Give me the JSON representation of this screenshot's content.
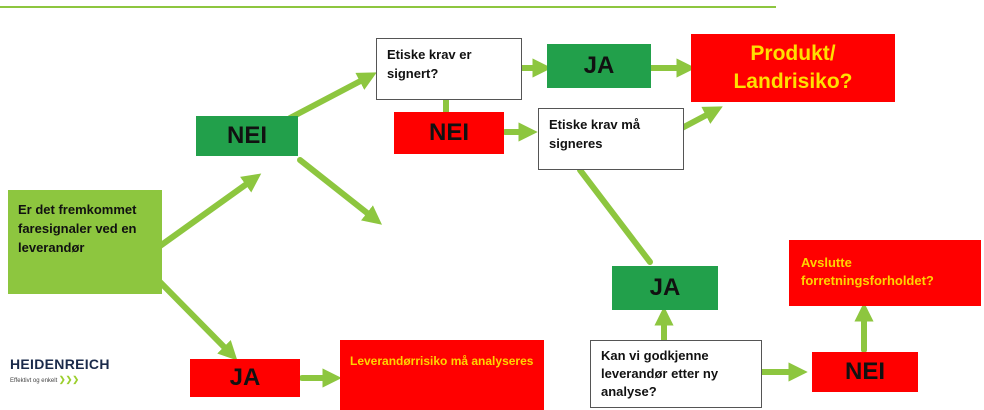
{
  "boxes": {
    "start": "Er det fremkommet faresignaler ved en leverandør",
    "nei_1": "NEI",
    "ja_1": "JA",
    "leverandorrisiko": "Leverandørrisiko må analyseres",
    "etiske_krav_signert": "Etiske krav er signert?",
    "ja_signert": "JA",
    "nei_signert": "NEI",
    "etiske_krav_signeres": "Etiske krav må signeres",
    "produkt_landrisiko": "Produkt/ Landrisiko?",
    "ja_godkjent": "JA",
    "godkjenne_leverandor": "Kan vi godkjenne leverandør etter ny analyse?",
    "nei_godkjent": "NEI",
    "avslutte": "Avslutte forretningsforholdet?"
  },
  "logo": {
    "name": "HEIDENREICH",
    "tagline": "Effektivt og enkelt",
    "chevrons": "❯❯❯"
  },
  "colors": {
    "arrow": "#8dc63f",
    "green_box": "#22a04b",
    "red_box": "#ff0000",
    "light_green_box": "#8dc63f",
    "highlight_text": "#ffd400"
  }
}
